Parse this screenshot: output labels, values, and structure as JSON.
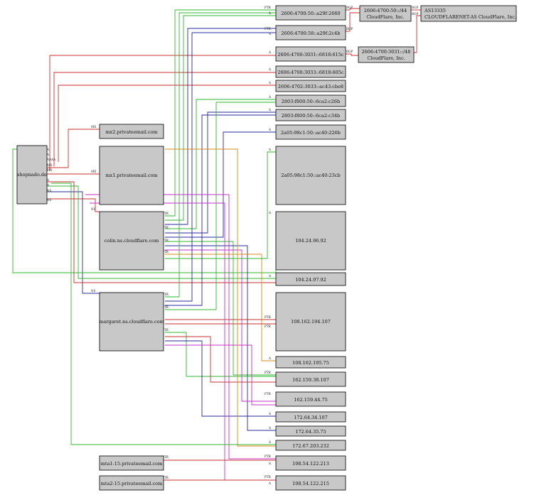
{
  "nodes": {
    "shopnado": "shopnado.de",
    "mx2": "mx2.privateemail.com",
    "mx1": "mx1.privateemail.com",
    "colin": "colin.ns.cloudflare.com",
    "margaret": "margaret.ns.cloudflare.com",
    "mta1": "mta1-15.privateemail.com",
    "mta2": "mta2-15.privateemail.com",
    "v6a": "2606:4700:50::a29f:2660",
    "v6b": "2606:4700:58::a29f:2c4b",
    "v6c": "2606:4700:3031::6818:615c",
    "v6d": "2606:4700:3033::6818:605c",
    "v6e": "2606:4702:3033::ac43:cbe8",
    "v6f": "2803:f800:50::6ca2:c26b",
    "v6g": "2803:f800:50::6ca2:c34b",
    "v6h": "2a05:98c1:50::ac40:226b",
    "v6i": "2a05:98c1:50::ac40:23cb",
    "ip1": "104.24.96.92",
    "ip2": "104.24.97.92",
    "ip3": "108.162.194.107",
    "ip4": "108.162.195.75",
    "ip5": "162.159.38.107",
    "ip6": "162.159.44.75",
    "ip7": "172.64.34.107",
    "ip8": "172.64.35.75",
    "ip9": "172.67.203.232",
    "ip10": "198.54.122.213",
    "ip11": "198.54.122.215",
    "net1_line1": "2606:4700:50::/44",
    "net1_line2": "CloudFlare, Inc.",
    "net2_line1": "2606:4700:3031::/48",
    "net2_line2": "CloudFlare, Inc.",
    "as_line1": "AS13335",
    "as_line2": "CLOUDFLARENET-AS CloudFlare, Inc."
  },
  "edge_labels": {
    "a": "A",
    "aaaa": "AAAA",
    "mx": "MX",
    "ns": "NS",
    "ptr": "PTR",
    "bgp": "BGP"
  },
  "colors": {
    "red": "#c83232",
    "green": "#32b432",
    "blue": "#2828a0",
    "orange": "#d78c14",
    "magenta": "#c832c8",
    "box_fill": "#c8c8c8"
  }
}
